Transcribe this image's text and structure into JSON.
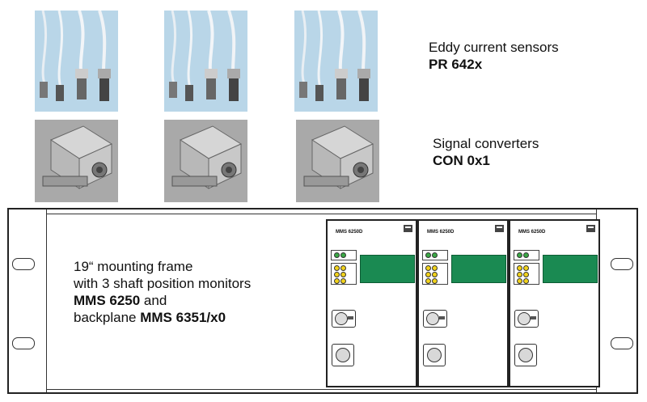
{
  "captions": {
    "sensors": {
      "line1": "Eddy current sensors",
      "line2": "PR 642x"
    },
    "converters": {
      "line1": "Signal converters",
      "line2": "CON 0x1"
    },
    "frame": {
      "line1": "19“ mounting frame",
      "line2": "with 3 shaft position monitors",
      "line3_bold": "MMS 6250",
      "line3_rest": " and",
      "line4_pre": "backplane ",
      "line4_bold": "MMS 6351/x0"
    }
  },
  "modules": [
    {
      "label": "MMS 6250D"
    },
    {
      "label": "MMS 6250D"
    },
    {
      "label": "MMS 6250D"
    }
  ],
  "colors": {
    "sensor_bg": "#b9d6e8",
    "converter_bg": "#a9a9a9",
    "display": "#1a8a52",
    "led_green": "#3aa845",
    "led_yellow": "#f1d21b"
  }
}
